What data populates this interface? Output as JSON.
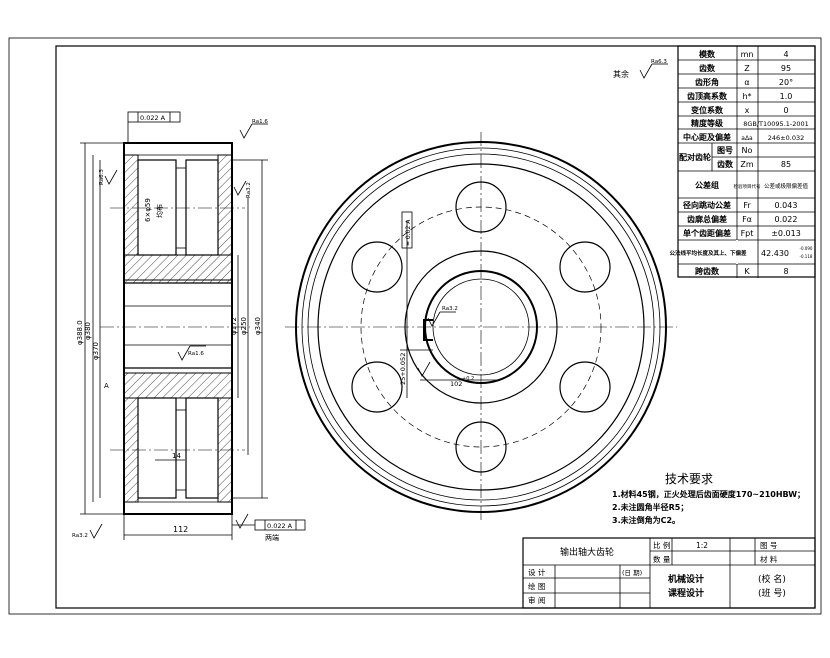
{
  "params": [
    {
      "name": "模数",
      "sym": "mn",
      "val": "4"
    },
    {
      "name": "齿数",
      "sym": "Z",
      "val": "95"
    },
    {
      "name": "齿形角",
      "sym": "α",
      "val": "20°"
    },
    {
      "name": "齿顶高系数",
      "sym": "h*",
      "val": "1.0"
    },
    {
      "name": "变位系数",
      "sym": "x",
      "val": "0"
    },
    {
      "name": "精度等级",
      "sym": "",
      "val": "8GB/T10095.1-2001"
    },
    {
      "name": "中心距及偏差",
      "sym": "aΔa",
      "val": "246±0.032"
    }
  ],
  "mating": {
    "label": "配对齿轮",
    "row1": "图号",
    "row1sym": "No",
    "row2": "齿数",
    "row2sym": "Zm",
    "row2val": "85"
  },
  "tolerance_group": {
    "label": "公差组",
    "col2": "检验项目代号",
    "col3": "公差或极限偏差值"
  },
  "tolerances": [
    {
      "name": "径向跳动公差",
      "sym": "Fr",
      "val": "0.043"
    },
    {
      "name": "齿廓总偏差",
      "sym": "Fα",
      "val": "0.022"
    },
    {
      "name": "单个齿距偏差",
      "sym": "Fpt",
      "val": "±0.013"
    }
  ],
  "base_tan": {
    "name": "公法线平均长度及其上、下偏差",
    "val": "42.430",
    "tol_up": "-0.090",
    "tol_low": "-0.118"
  },
  "span": {
    "name": "跨齿数",
    "sym": "K",
    "val": "8"
  },
  "tech": {
    "title": "技术要求",
    "items": [
      "1.材料45钢，正火处理后齿面硬度170~210HBW；",
      "2.未注圆角半径R5；",
      "3.未注倒角为C2。"
    ]
  },
  "title_block": {
    "part_name": "输出轴大齿轮",
    "ratio_label": "比 例",
    "ratio": "1:2",
    "drawing_no_label": "图 号",
    "qty_label": "数 量",
    "material_label": "材 料",
    "design_label": "设 计",
    "date_label": "(日 期)",
    "draw_label": "绘 图",
    "review_label": "审 阅",
    "course1": "机械设计",
    "course2": "课程设计",
    "school": "(校 名)",
    "class_no": "(班 号)"
  },
  "annotations": {
    "rest_rough": "其余",
    "rough_a": "Ra1.6",
    "rough_b": "Ra3.2",
    "rough_c": "Ra6.3",
    "runout_top": "0.022 A",
    "runout_bot": "0.022 A",
    "both_ends": "两端",
    "keyway_tol": "= 0.02 A",
    "width": "112",
    "dim_d_tip": "φ388.0",
    "dim_d1": "φ380",
    "dim_d2": "φ370",
    "dim_d3": "φ340",
    "dim_d4": "φ250",
    "dim_d5": "φ172",
    "dim_hole": "6×φ59",
    "dim_hole_dist": "均布",
    "dim_key": "25+0.052",
    "dim_bore": "102",
    "dim_bore_tol": "+0.2",
    "dim_14": "14",
    "datum": "A"
  }
}
